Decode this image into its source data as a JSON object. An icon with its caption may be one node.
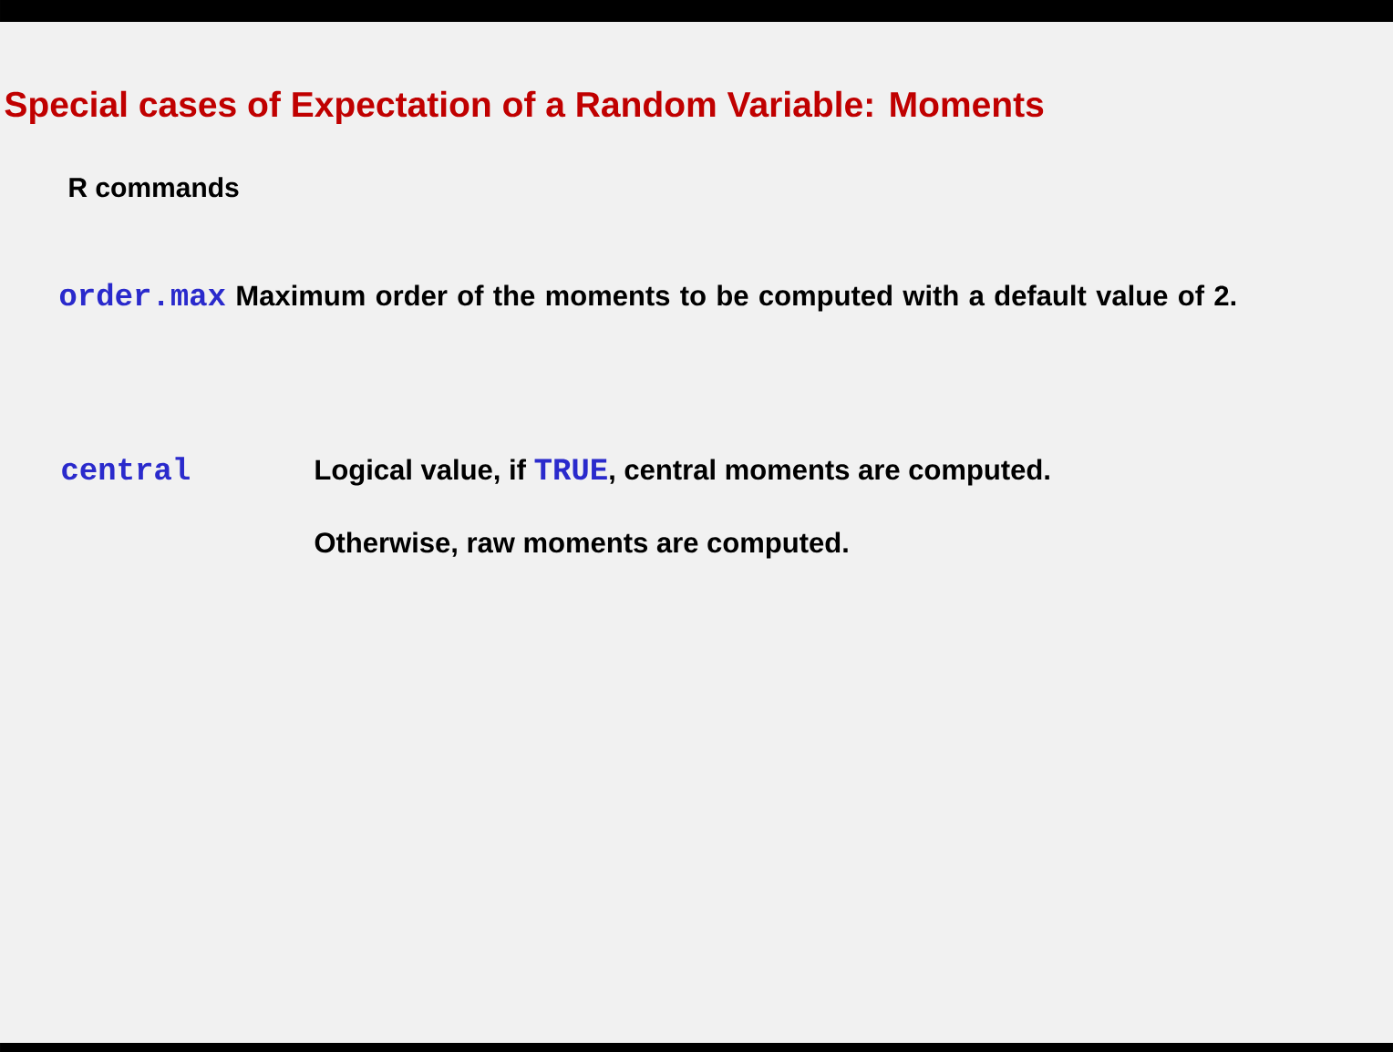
{
  "diagram": {
    "title": "Special cases of Expectation of a Random Variable: Moments",
    "labels": [
      "R commands",
      "order.max",
      "Maximum order of the moments to be computed with a default value of 2.",
      "central",
      "Logical value, if",
      "TRUE",
      ", central moments are computed.",
      "Otherwise, raw moments are computed."
    ]
  }
}
